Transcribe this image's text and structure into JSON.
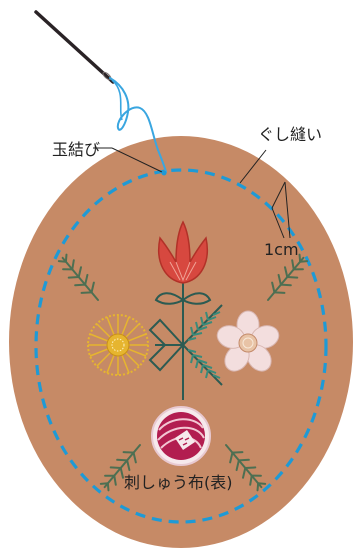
{
  "labels": {
    "knot": "玉結び",
    "running_stitch": "ぐし縫い",
    "margin": "1cm",
    "fabric": "刺しゅう布(表)"
  },
  "colors": {
    "fabric": "#c68a66",
    "stitch": "#1e9ad6",
    "thread": "#3aa6e0",
    "needle": "#2a2326",
    "leaf": "#4d6f52",
    "tulip": "#d7483f",
    "sunflower": "#e6b52f",
    "daisy": "#f3dede",
    "ball": "#b21d50"
  },
  "icons": [
    "needle-icon",
    "thread-icon",
    "tulip-icon",
    "sunflower-icon",
    "daisy-icon",
    "yarn-ball-icon",
    "leaf-sprig-icon"
  ]
}
